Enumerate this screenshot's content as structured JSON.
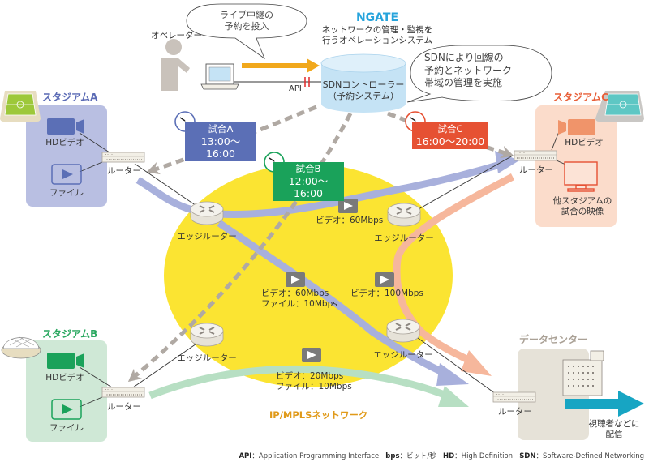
{
  "colors": {
    "stadium_a": "#5b6fb6",
    "stadium_a_bg": "#b9bfe2",
    "stadium_b": "#1aa25a",
    "stadium_b_bg": "#cfe8d6",
    "stadium_c": "#e65133",
    "stadium_c_bg": "#fbdccb",
    "network": "#fbe432",
    "ngate": "#27a4dc",
    "controller": "#c5e3f5",
    "datacenter_bg": "#e6e2d8",
    "deliver_arrow": "#17a5c3",
    "operator_arrow": "#f1a81c",
    "flow_blue": "#a8b0dc",
    "flow_green": "#b7dfc3",
    "flow_orange": "#f6b79c",
    "reservation_dash": "#b0a9a3"
  },
  "operator": {
    "label": "オペレーター",
    "bubble": [
      "ライブ中継の",
      "予約を投入"
    ],
    "api_label": "API"
  },
  "ngate": {
    "title": "NGATE",
    "description": [
      "ネットワークの管理・監視を",
      "行うオペレーションシステム"
    ]
  },
  "controller": {
    "label": [
      "SDNコントローラー",
      "（予約システム）"
    ]
  },
  "sdn_bubble": [
    "SDNにより回線の",
    "予約とネットワーク",
    "帯域の管理を実施"
  ],
  "stadiums": {
    "a": {
      "title": "スタジアムA",
      "video": "HDビデオ",
      "file": "ファイル",
      "router": "ルーター"
    },
    "b": {
      "title": "スタジアムB",
      "video": "HDビデオ",
      "file": "ファイル",
      "router": "ルーター"
    },
    "c": {
      "title": "スタジアムC",
      "video": "HDビデオ",
      "monitor": [
        "他スタジアムの",
        "試合の映像"
      ],
      "router": "ルーター"
    }
  },
  "matches": {
    "a": {
      "name": "試合A",
      "time": "13:00〜16:00"
    },
    "b": {
      "name": "試合B",
      "time": "12:00〜16:00"
    },
    "c": {
      "name": "試合C",
      "time": "16:00〜20:00"
    }
  },
  "network": {
    "title": "IP/MPLSネットワーク",
    "edge_router_label": "エッジルーター",
    "flows": {
      "a_to_c": [
        "ビデオ：60Mbps"
      ],
      "a_to_dc": [
        "ビデオ：60Mbps",
        "ファイル：10Mbps"
      ],
      "c_to_dc": [
        "ビデオ：100Mbps"
      ],
      "b_to_dc": [
        "ビデオ：20Mbps",
        "ファイル：10Mbps"
      ]
    }
  },
  "datacenter": {
    "title": "データセンター",
    "router": "ルーター",
    "deliver": [
      "視聴者などに",
      "配信"
    ]
  },
  "footer": [
    {
      "abbr": "API",
      "text": "：Application Programming Interface"
    },
    {
      "abbr": "bps",
      "text": "：ビット/秒"
    },
    {
      "abbr": "HD",
      "text": "：High Definition"
    },
    {
      "abbr": "SDN",
      "text": "：Software-Defined Networking"
    }
  ]
}
